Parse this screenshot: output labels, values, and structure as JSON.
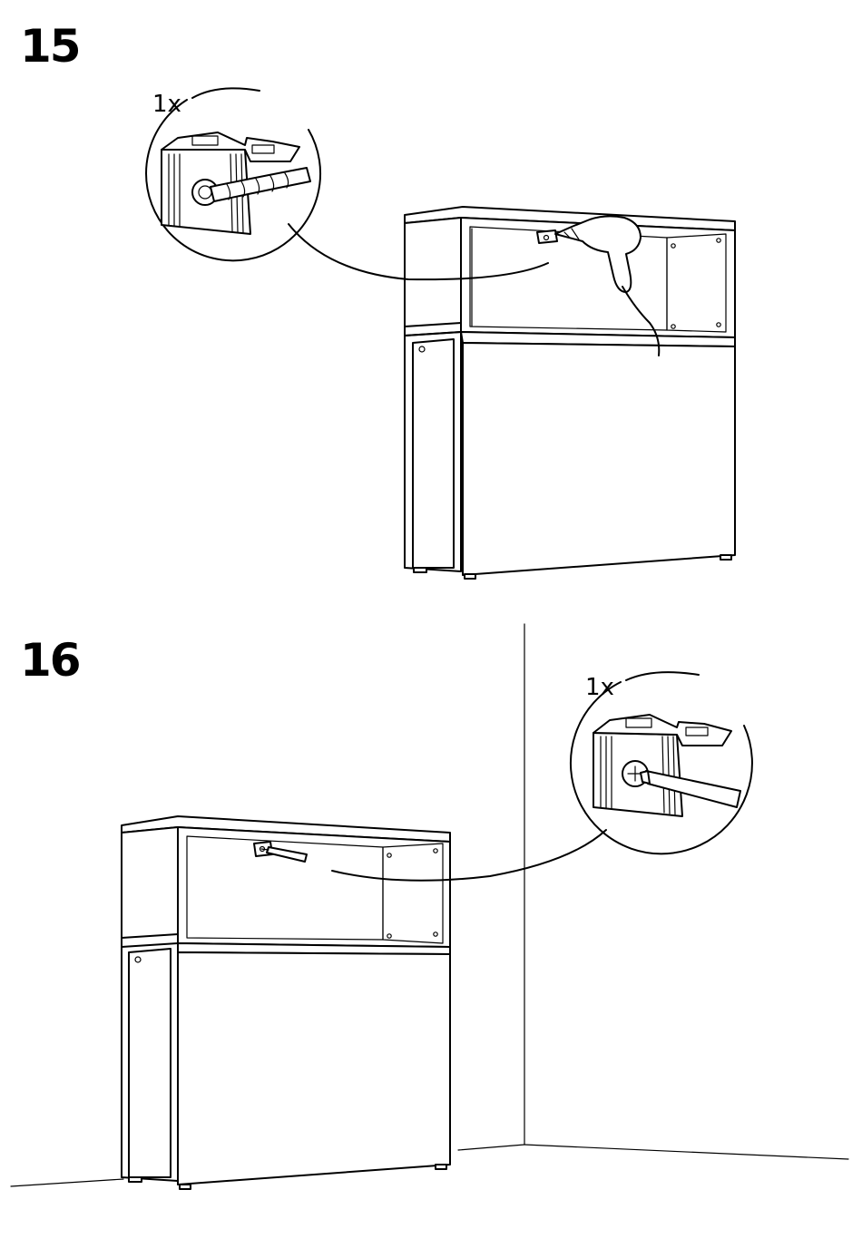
{
  "steps": [
    {
      "number": "15",
      "quantity": "1x",
      "tool": "drill-icon"
    },
    {
      "number": "16",
      "quantity": "1x",
      "tool": "screwdriver-icon"
    }
  ]
}
